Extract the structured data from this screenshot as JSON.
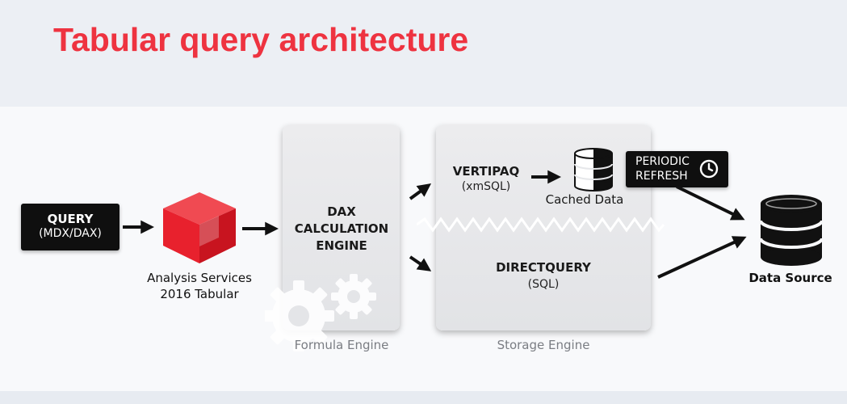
{
  "title": "Tabular query architecture",
  "query": {
    "label": "QUERY",
    "sub": "(MDX/DAX)"
  },
  "analysis_services": {
    "line1": "Analysis Services",
    "line2": "2016 Tabular"
  },
  "dax_engine": {
    "line1": "DAX",
    "line2": "CALCULATION",
    "line3": "ENGINE"
  },
  "formula_engine_caption": "Formula Engine",
  "storage_engine_caption": "Storage Engine",
  "vertipaq": {
    "name": "VERTIPAQ",
    "sub": "(xmSQL)"
  },
  "cached_data": "Cached Data",
  "directquery": {
    "name": "DIRECTQUERY",
    "sub": "(SQL)"
  },
  "periodic_refresh": {
    "line1": "PERIODIC",
    "line2": "REFRESH"
  },
  "data_source": "Data Source",
  "colors": {
    "title": "#ee3340",
    "cube_red": "#e8212d",
    "dark_box": "#0f0f0f",
    "panel": "#e6e7ea",
    "gear": "#ffffff"
  },
  "icons": [
    "analysis-services-cube-icon",
    "gears-icon",
    "database-icon",
    "clock-icon",
    "arrow-icon",
    "zigzag-divider"
  ]
}
